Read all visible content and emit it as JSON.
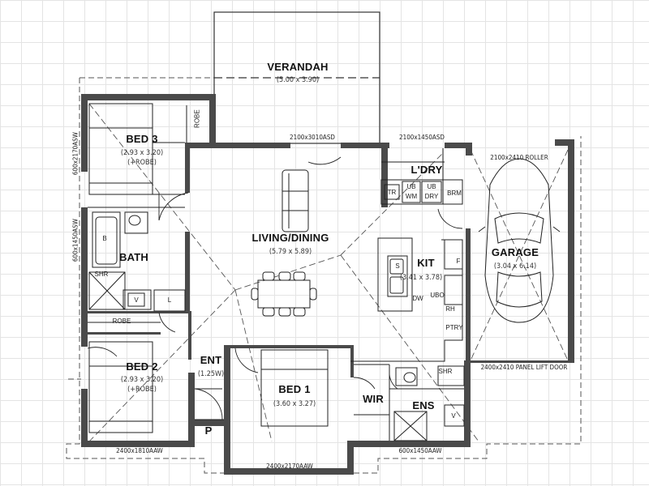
{
  "plan": {
    "rooms": {
      "verandah": {
        "name": "VERANDAH",
        "size": "(5.00 x 3.90)"
      },
      "bed3": {
        "name": "BED 3",
        "size": "(2.93 x 3.20)",
        "note": "(+ROBE)"
      },
      "lddry": {
        "name": "L'DRY"
      },
      "living": {
        "name": "LIVING/DINING",
        "size": "(5.79 x 5.89)"
      },
      "garage": {
        "name": "GARAGE",
        "size": "(3.04 x 6.14)"
      },
      "bath": {
        "name": "BATH"
      },
      "kit": {
        "name": "KIT",
        "size": "(3.41 x 3.78)"
      },
      "bed2": {
        "name": "BED 2",
        "size": "(2.93 x 3.20)",
        "note": "(+ROBE)"
      },
      "ent": {
        "name": "ENT",
        "size": "(1.25W)"
      },
      "bed1": {
        "name": "BED 1",
        "size": "(3.60 x 3.27)"
      },
      "wir": {
        "name": "WIR"
      },
      "ens": {
        "name": "ENS"
      },
      "pantry_p": {
        "name": "P"
      }
    },
    "fixtures": {
      "robe_bed3": "ROBE",
      "robe_bed2": "ROBE",
      "linen": "L",
      "tr": "TR",
      "ub1": "UB",
      "wm": "WM",
      "ub2": "UB",
      "dry": "DRY",
      "brm": "BRM",
      "shr_bath": "SHR",
      "b": "B",
      "v_bath": "V",
      "f": "F",
      "dw": "DW",
      "ubo": "UBO",
      "rh": "RH",
      "ptry": "PTRY",
      "s": "S",
      "shr_ens": "SHR",
      "v_ens": "V"
    },
    "windows": {
      "verandah_door": "2100x3010ASD",
      "laundry_door": "2100x1450ASD",
      "garage_roller": "2100x2410 ROLLER",
      "bed3_left": "600x2170ASW",
      "bath_left": "600x1450ASW",
      "garage_panel": "2400x2410 PANEL LIFT DOOR",
      "bed2_bottom": "2400x1810AAW",
      "ens_bottom": "600x1450AAW",
      "bed1_bottom": "2400x2170AAW"
    }
  },
  "colors": {
    "wall": "#4a4a4a",
    "line": "#222222",
    "dash": "#555555",
    "grid": "#e4e4e4"
  }
}
